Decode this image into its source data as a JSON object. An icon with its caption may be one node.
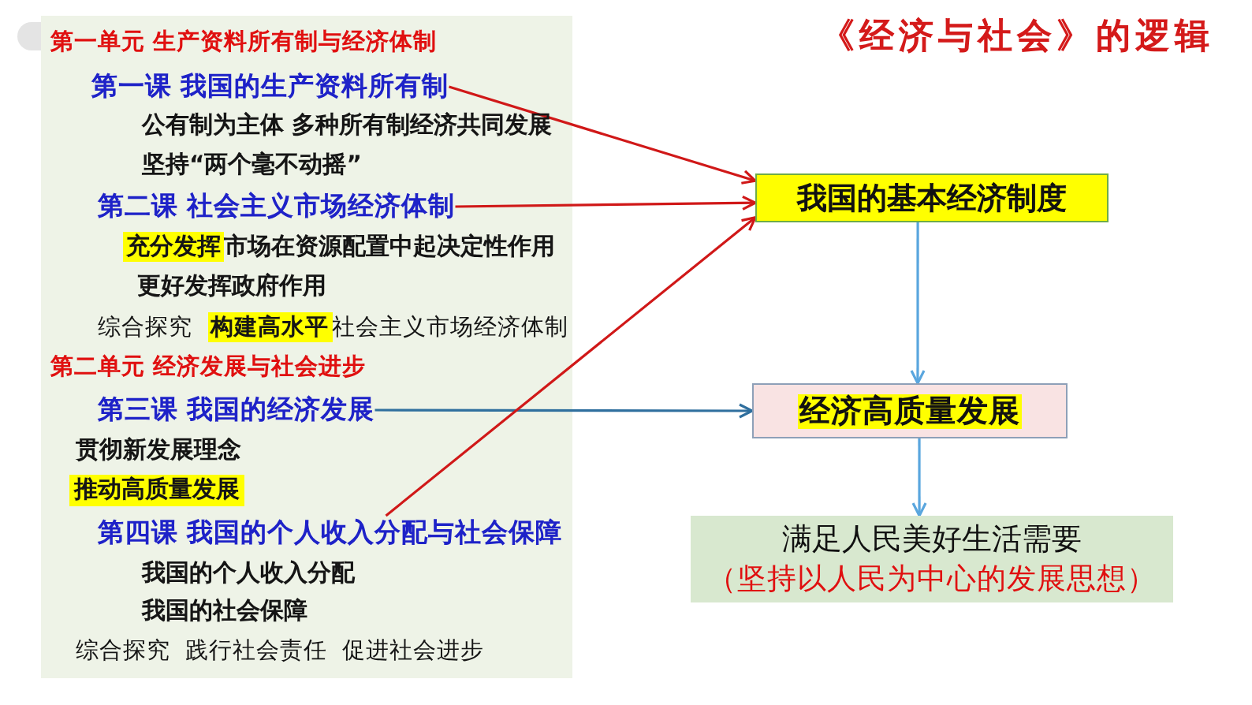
{
  "diagram": {
    "title": "《经济与社会》的逻辑",
    "nodes": [
      {
        "text": [
          "第一单元 生产资料所有制与经济体制",
          "公有制为主体 多种所有制经济共同发展",
          "坚持“两个毫不动摇”",
          "**充分发挥**市场在资源配置中起决定性作用",
          "更好发挥政府作用",
          "综合探究 **构建高水平**社会主义市场经济体制",
          "第二单元 经济发展与社会进步",
          "贯彻新发展理念",
          "推动高质量发展",
          "我国的个人收入分配",
          "我国的社会保障",
          "综合探究 践行社会责任 促进社会进步"
        ]
      },
      {
        "text": [
          "第一课 我国的生产资料所有制"
        ],
        "in": 0
      },
      {
        "text": [
          "第二课 社会主义市场经济体制"
        ],
        "in": 0
      },
      {
        "text": [
          "第三课 我国的经济发展"
        ],
        "in": 0
      },
      {
        "text": [
          "第四课 我国的个人收入分配与社会保障"
        ],
        "in": 0
      },
      {
        "text": [
          "我国的基本经济制度"
        ]
      },
      {
        "text": [
          "经济高质量发展"
        ]
      },
      {
        "text": [
          "满足人民美好生活需要",
          "（坚持以人民为中心的发展思想）"
        ]
      }
    ],
    "edges": [
      {
        "from": 1,
        "to": 5,
        "arrow": "to",
        "color": "#d01818"
      },
      {
        "from": 2,
        "to": 5,
        "arrow": "to",
        "color": "#d01818"
      },
      {
        "from": 3,
        "to": 6,
        "arrow": "to",
        "color": "#2f6f9e"
      },
      {
        "from": 4,
        "to": 5,
        "arrow": "to",
        "color": "#d01818"
      },
      {
        "from": 5,
        "to": 6,
        "arrow": "to",
        "color": "#5aa6de"
      },
      {
        "from": 6,
        "to": 7,
        "arrow": "to",
        "color": "#5aa6de"
      }
    ]
  }
}
